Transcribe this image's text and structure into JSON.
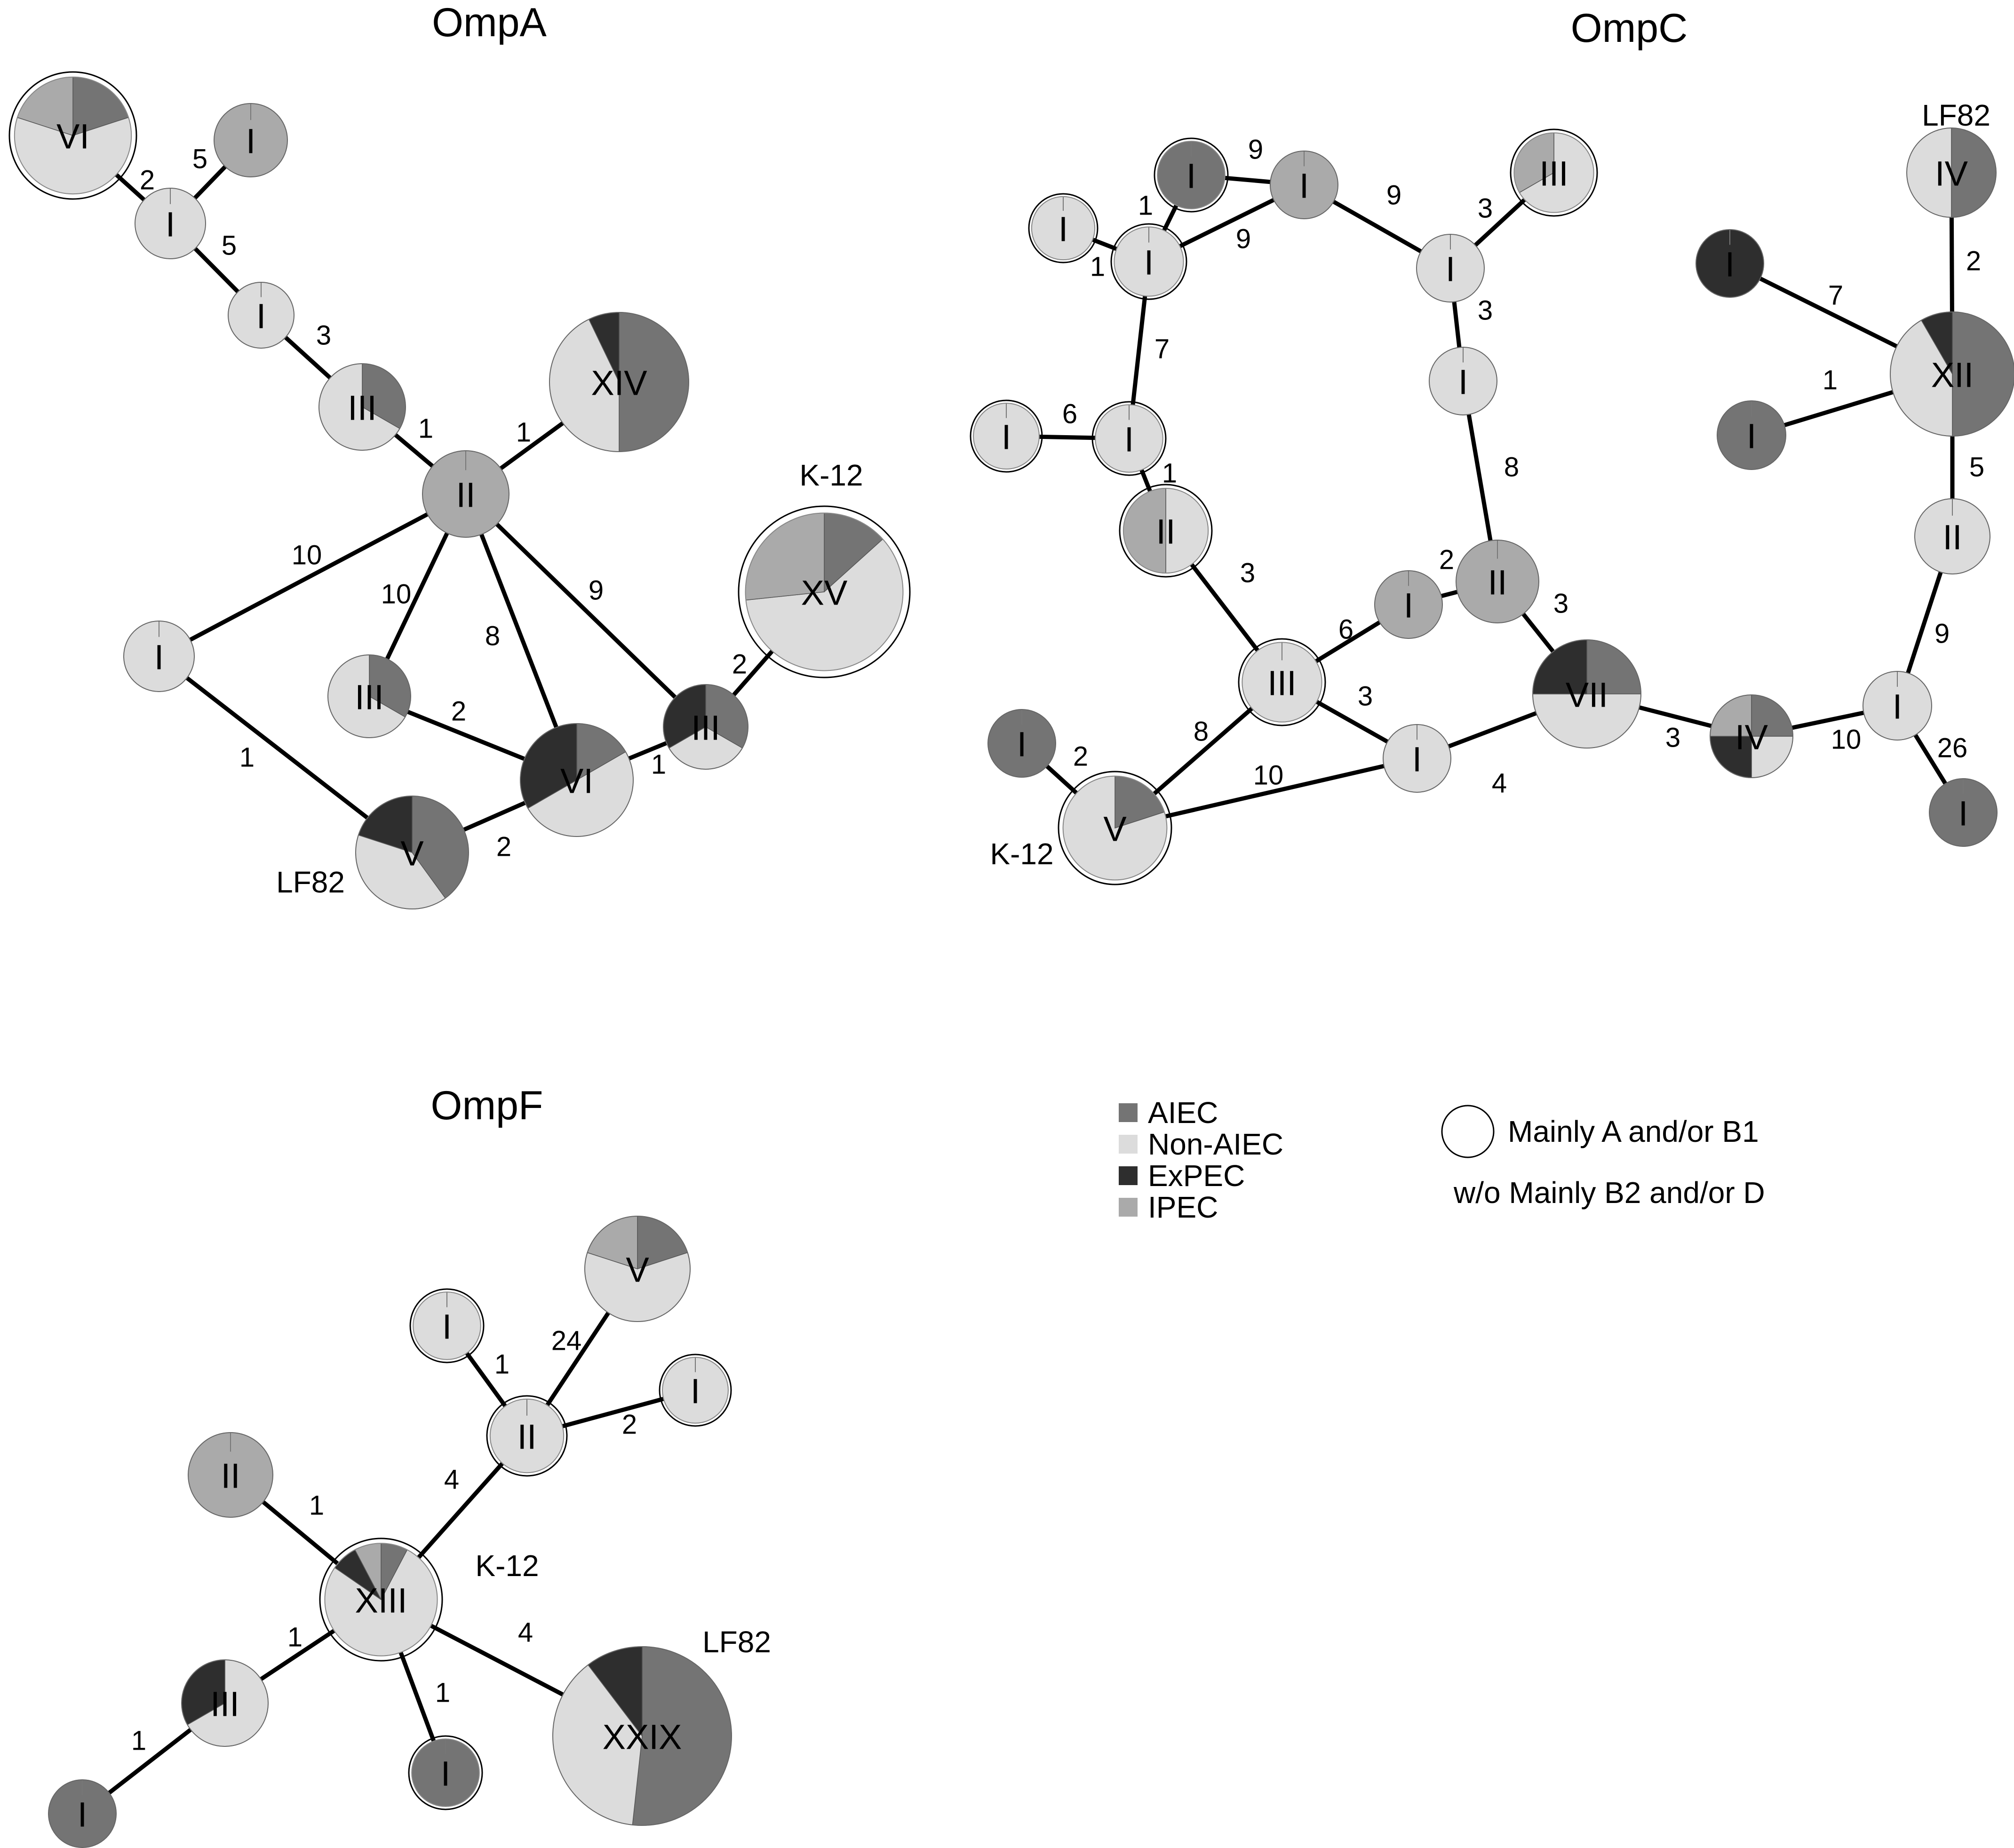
{
  "colors": {
    "aiec": "#747474",
    "nonaiec": "#dcdcdc",
    "expec": "#2e2e2e",
    "ipec": "#aaaaaa"
  },
  "legend": {
    "items": [
      {
        "key": "aiec",
        "label": "AIEC"
      },
      {
        "key": "nonaiec",
        "label": "Non-AIEC"
      },
      {
        "key": "expec",
        "label": "ExPEC"
      },
      {
        "key": "ipec",
        "label": "IPEC"
      }
    ],
    "ring_label": "Mainly A and/or B1",
    "noring_label": "w/o Mainly B2 and/or D"
  },
  "panels": [
    {
      "title": "OmpA",
      "nodes": [
        {
          "id": "A1",
          "label": "VI",
          "ring": true,
          "slices": {
            "aiec": 1,
            "nonaiec": 3,
            "ipec": 1
          }
        },
        {
          "id": "A2",
          "label": "I",
          "ring": false,
          "slices": {
            "ipec": 1
          }
        },
        {
          "id": "A3",
          "label": "I",
          "ring": false,
          "slices": {
            "nonaiec": 1
          }
        },
        {
          "id": "A4",
          "label": "I",
          "ring": false,
          "slices": {
            "nonaiec": 1
          }
        },
        {
          "id": "A5",
          "label": "III",
          "ring": false,
          "slices": {
            "aiec": 1,
            "nonaiec": 2
          }
        },
        {
          "id": "A6",
          "label": "XIV",
          "ring": false,
          "slices": {
            "aiec": 7,
            "nonaiec": 6,
            "expec": 1
          }
        },
        {
          "id": "A7",
          "label": "II",
          "ring": false,
          "slices": {
            "ipec": 2
          }
        },
        {
          "id": "A8",
          "label": "XV",
          "ring": true,
          "slices": {
            "aiec": 2,
            "nonaiec": 9,
            "ipec": 4
          }
        },
        {
          "id": "A9",
          "label": "I",
          "ring": false,
          "slices": {
            "nonaiec": 1
          }
        },
        {
          "id": "A10",
          "label": "III",
          "ring": false,
          "slices": {
            "aiec": 1,
            "nonaiec": 2
          }
        },
        {
          "id": "A11",
          "label": "III",
          "ring": false,
          "slices": {
            "aiec": 1,
            "nonaiec": 1,
            "expec": 1
          }
        },
        {
          "id": "A12",
          "label": "VI",
          "ring": false,
          "slices": {
            "aiec": 1,
            "nonaiec": 3,
            "expec": 2
          }
        },
        {
          "id": "A13",
          "label": "V",
          "ring": false,
          "slices": {
            "aiec": 2,
            "nonaiec": 2,
            "expec": 1
          }
        }
      ],
      "edges": [
        {
          "from": "A1",
          "to": "A3",
          "label": "2"
        },
        {
          "from": "A2",
          "to": "A3",
          "label": "5"
        },
        {
          "from": "A3",
          "to": "A4",
          "label": "5"
        },
        {
          "from": "A4",
          "to": "A5",
          "label": "3"
        },
        {
          "from": "A5",
          "to": "A7",
          "label": "1"
        },
        {
          "from": "A6",
          "to": "A7",
          "label": "1"
        },
        {
          "from": "A7",
          "to": "A9",
          "label": "10"
        },
        {
          "from": "A7",
          "to": "A10",
          "label": "10"
        },
        {
          "from": "A7",
          "to": "A12",
          "label": "8"
        },
        {
          "from": "A7",
          "to": "A11",
          "label": "9"
        },
        {
          "from": "A8",
          "to": "A11",
          "label": "2"
        },
        {
          "from": "A10",
          "to": "A12",
          "label": "2"
        },
        {
          "from": "A12",
          "to": "A11",
          "label": "1"
        },
        {
          "from": "A9",
          "to": "A13",
          "label": "1"
        },
        {
          "from": "A13",
          "to": "A12",
          "label": "2"
        }
      ],
      "extra_labels": [
        {
          "node": "A8",
          "text": "K-12"
        },
        {
          "node": "A13",
          "text": "LF82"
        }
      ]
    },
    {
      "title": "OmpC",
      "nodes": [
        {
          "id": "C1",
          "label": "I",
          "ring": true,
          "slices": {
            "aiec": 1
          }
        },
        {
          "id": "C2",
          "label": "I",
          "ring": false,
          "slices": {
            "ipec": 1
          }
        },
        {
          "id": "C3",
          "label": "III",
          "ring": true,
          "slices": {
            "nonaiec": 2,
            "ipec": 1
          }
        },
        {
          "id": "C4",
          "label": "I",
          "ring": true,
          "slices": {
            "nonaiec": 1
          }
        },
        {
          "id": "C5",
          "label": "I",
          "ring": true,
          "slices": {
            "nonaiec": 1
          }
        },
        {
          "id": "C6",
          "label": "I",
          "ring": false,
          "slices": {
            "nonaiec": 1
          }
        },
        {
          "id": "C7",
          "label": "I",
          "ring": false,
          "slices": {
            "nonaiec": 1
          }
        },
        {
          "id": "C8",
          "label": "I",
          "ring": true,
          "slices": {
            "nonaiec": 1
          }
        },
        {
          "id": "C9",
          "label": "I",
          "ring": true,
          "slices": {
            "nonaiec": 1
          }
        },
        {
          "id": "C10",
          "label": "II",
          "ring": true,
          "slices": {
            "nonaiec": 1,
            "ipec": 1
          }
        },
        {
          "id": "C11",
          "label": "III",
          "ring": true,
          "slices": {
            "nonaiec": 3
          }
        },
        {
          "id": "C12",
          "label": "I",
          "ring": false,
          "slices": {
            "ipec": 1
          }
        },
        {
          "id": "C13",
          "label": "II",
          "ring": false,
          "slices": {
            "ipec": 2
          }
        },
        {
          "id": "C14",
          "label": "I",
          "ring": false,
          "slices": {
            "aiec": 1
          }
        },
        {
          "id": "C15",
          "label": "V",
          "ring": true,
          "slices": {
            "aiec": 1,
            "nonaiec": 4
          }
        },
        {
          "id": "C16",
          "label": "I",
          "ring": false,
          "slices": {
            "nonaiec": 1
          }
        },
        {
          "id": "C17",
          "label": "VII",
          "ring": false,
          "slices": {
            "aiec": 2,
            "nonaiec": 4,
            "expec": 2
          }
        },
        {
          "id": "C18",
          "label": "IV",
          "ring": false,
          "slices": {
            "aiec": 1,
            "nonaiec": 1,
            "expec": 1,
            "ipec": 1
          }
        },
        {
          "id": "C19",
          "label": "I",
          "ring": false,
          "slices": {
            "nonaiec": 1
          }
        },
        {
          "id": "C20",
          "label": "I",
          "ring": false,
          "slices": {
            "aiec": 1
          }
        },
        {
          "id": "C21",
          "label": "IV",
          "ring": false,
          "slices": {
            "aiec": 2,
            "nonaiec": 2
          }
        },
        {
          "id": "C22",
          "label": "I",
          "ring": false,
          "slices": {
            "expec": 1
          }
        },
        {
          "id": "C23",
          "label": "XII",
          "ring": false,
          "slices": {
            "aiec": 6,
            "nonaiec": 5,
            "expec": 1
          }
        },
        {
          "id": "C24",
          "label": "I",
          "ring": false,
          "slices": {
            "aiec": 1
          }
        },
        {
          "id": "C25",
          "label": "II",
          "ring": false,
          "slices": {
            "nonaiec": 2
          }
        }
      ],
      "edges": [
        {
          "from": "C1",
          "to": "C2",
          "label": "9"
        },
        {
          "from": "C1",
          "to": "C5",
          "label": "1"
        },
        {
          "from": "C2",
          "to": "C5",
          "label": "9"
        },
        {
          "from": "C4",
          "to": "C5",
          "label": "1"
        },
        {
          "from": "C2",
          "to": "C6",
          "label": "9"
        },
        {
          "from": "C3",
          "to": "C6",
          "label": "3"
        },
        {
          "from": "C6",
          "to": "C7",
          "label": "3"
        },
        {
          "from": "C5",
          "to": "C9",
          "label": "7"
        },
        {
          "from": "C8",
          "to": "C9",
          "label": "6"
        },
        {
          "from": "C9",
          "to": "C10",
          "label": "1"
        },
        {
          "from": "C7",
          "to": "C13",
          "label": "8"
        },
        {
          "from": "C10",
          "to": "C11",
          "label": "3"
        },
        {
          "from": "C11",
          "to": "C12",
          "label": "6"
        },
        {
          "from": "C12",
          "to": "C13",
          "label": "2"
        },
        {
          "from": "C13",
          "to": "C17",
          "label": "3"
        },
        {
          "from": "C11",
          "to": "C16",
          "label": "3"
        },
        {
          "from": "C11",
          "to": "C15",
          "label": "8"
        },
        {
          "from": "C14",
          "to": "C15",
          "label": "2"
        },
        {
          "from": "C15",
          "to": "C16",
          "label": "10"
        },
        {
          "from": "C16",
          "to": "C17",
          "label": "4"
        },
        {
          "from": "C17",
          "to": "C18",
          "label": "3"
        },
        {
          "from": "C18",
          "to": "C19",
          "label": "10"
        },
        {
          "from": "C19",
          "to": "C20",
          "label": "26"
        },
        {
          "from": "C19",
          "to": "C25",
          "label": "9"
        },
        {
          "from": "C25",
          "to": "C23",
          "label": "5"
        },
        {
          "from": "C21",
          "to": "C23",
          "label": "2"
        },
        {
          "from": "C22",
          "to": "C23",
          "label": "7"
        },
        {
          "from": "C24",
          "to": "C23",
          "label": "1"
        }
      ],
      "extra_labels": [
        {
          "node": "C15",
          "text": "K-12"
        },
        {
          "node": "C21",
          "text": "LF82"
        }
      ]
    },
    {
      "title": "OmpF",
      "nodes": [
        {
          "id": "F1",
          "label": "V",
          "ring": false,
          "slices": {
            "aiec": 1,
            "nonaiec": 3,
            "ipec": 1
          }
        },
        {
          "id": "F2",
          "label": "I",
          "ring": true,
          "slices": {
            "nonaiec": 1
          }
        },
        {
          "id": "F3",
          "label": "II",
          "ring": true,
          "slices": {
            "nonaiec": 2
          }
        },
        {
          "id": "F4",
          "label": "I",
          "ring": true,
          "slices": {
            "nonaiec": 1
          }
        },
        {
          "id": "F5",
          "label": "II",
          "ring": false,
          "slices": {
            "ipec": 2
          }
        },
        {
          "id": "F6",
          "label": "XIII",
          "ring": true,
          "slices": {
            "aiec": 1,
            "nonaiec": 10,
            "expec": 1,
            "ipec": 1
          }
        },
        {
          "id": "F7",
          "label": "III",
          "ring": false,
          "slices": {
            "nonaiec": 2,
            "expec": 1
          }
        },
        {
          "id": "F8",
          "label": "I",
          "ring": true,
          "slices": {
            "aiec": 1
          }
        },
        {
          "id": "F9",
          "label": "XXIX",
          "ring": false,
          "slices": {
            "aiec": 15,
            "nonaiec": 11,
            "expec": 3
          }
        },
        {
          "id": "F10",
          "label": "I",
          "ring": false,
          "slices": {
            "aiec": 1
          }
        }
      ],
      "edges": [
        {
          "from": "F2",
          "to": "F3",
          "label": "1"
        },
        {
          "from": "F1",
          "to": "F3",
          "label": "24"
        },
        {
          "from": "F3",
          "to": "F4",
          "label": "2"
        },
        {
          "from": "F3",
          "to": "F6",
          "label": "4"
        },
        {
          "from": "F5",
          "to": "F6",
          "label": "1"
        },
        {
          "from": "F6",
          "to": "F7",
          "label": "1"
        },
        {
          "from": "F7",
          "to": "F10",
          "label": "1"
        },
        {
          "from": "F6",
          "to": "F8",
          "label": "1"
        },
        {
          "from": "F6",
          "to": "F9",
          "label": "4"
        }
      ],
      "extra_labels": [
        {
          "node": "F6",
          "text": "K-12"
        },
        {
          "node": "F9",
          "text": "LF82"
        }
      ]
    }
  ]
}
